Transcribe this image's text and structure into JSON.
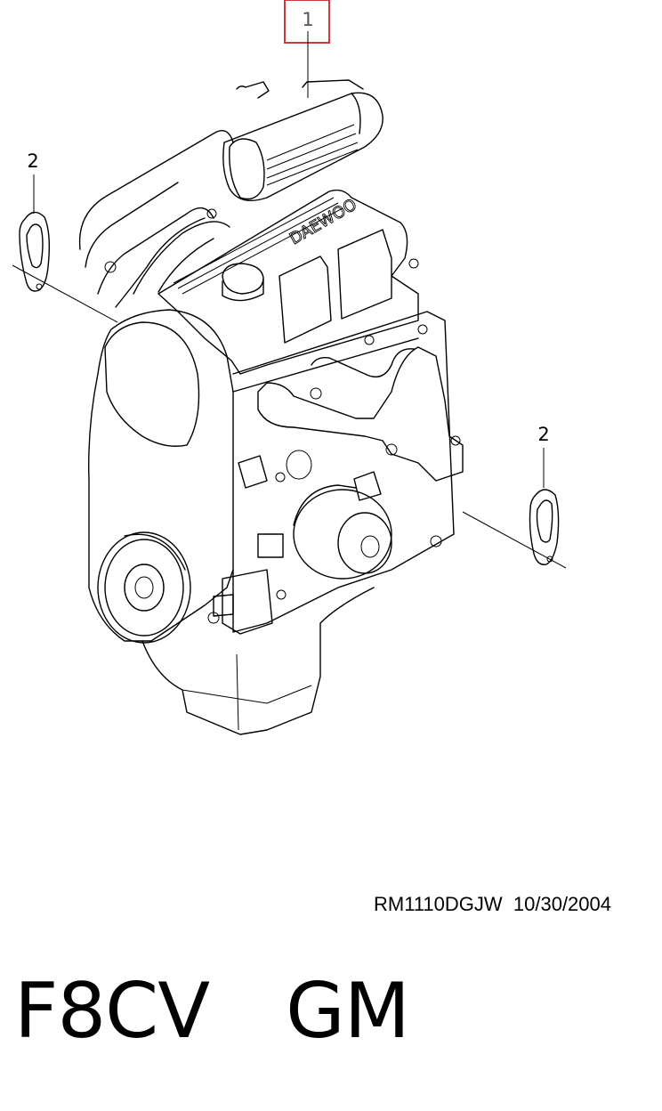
{
  "callouts": {
    "part1": "1",
    "part2_left": "2",
    "part2_right": "2"
  },
  "engine_brand_text": "DAEWOO",
  "footer": {
    "drawing_code": "RM1110DGJW",
    "date": "10/30/2004"
  },
  "model": {
    "code": "F8CV",
    "make": "GM"
  },
  "colors": {
    "highlight": "#d23a3a",
    "line": "#000000"
  }
}
